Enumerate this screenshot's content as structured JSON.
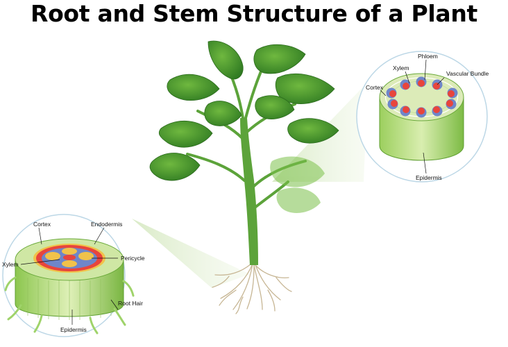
{
  "title": "Root and Stem Structure of a Plant",
  "stem_section": {
    "labels": {
      "phloem": "Phloem",
      "xylem": "Xylem",
      "vascular_bundle": "Vascular Bundle",
      "cortex": "Cortex",
      "epidermis": "Epidermis"
    }
  },
  "root_section": {
    "labels": {
      "cortex": "Cortex",
      "endodermis": "Endodermis",
      "xylem": "Xylem",
      "pericycle": "Pericycle",
      "root_hair": "Root Hair",
      "epidermis": "Epidermis"
    }
  },
  "colors": {
    "leaf": "#3f8f2a",
    "leaf_light": "#7cc14a",
    "stem": "#5ca33a",
    "root": "#c9b99a",
    "xylem": "#e8453c",
    "phloem": "#6f86c9",
    "zoom_beam": "#dfeccf"
  }
}
